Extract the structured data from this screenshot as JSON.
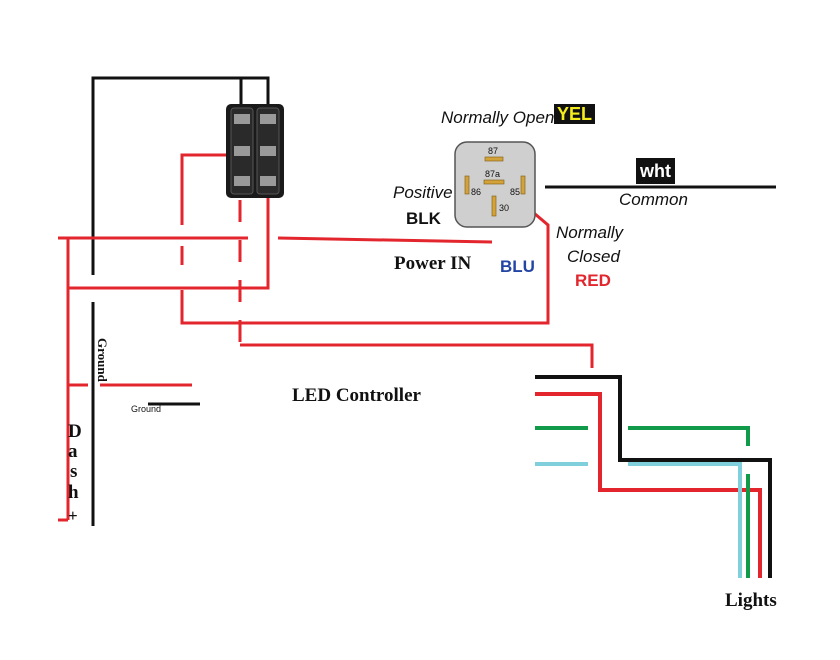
{
  "labels": {
    "normally_open": "Normally Open",
    "yel": "YEL",
    "positive": "Positive",
    "blk": "BLK",
    "wht": "wht",
    "common": "Common",
    "normally": "Normally",
    "closed": "Closed",
    "red": "RED",
    "power_in": "Power IN",
    "blu": "BLU",
    "ground_vertical": "Ground",
    "ground_small": "Ground",
    "dash_plus": [
      "D",
      "a",
      "s",
      "h",
      "+"
    ],
    "led_controller": "LED Controller",
    "lights": "Lights"
  },
  "relay_pins": {
    "p87": "87",
    "p87a": "87a",
    "p86": "86",
    "p85": "85",
    "p30": "30"
  },
  "colors": {
    "red": "#e3262d",
    "black": "#111111",
    "green": "#119a4a",
    "cyan": "#7fd0dc",
    "yellow": "#f4ec1c",
    "blue": "#2346a4",
    "relay_body": "#cfcfcf",
    "pin": "#d4a23a"
  }
}
